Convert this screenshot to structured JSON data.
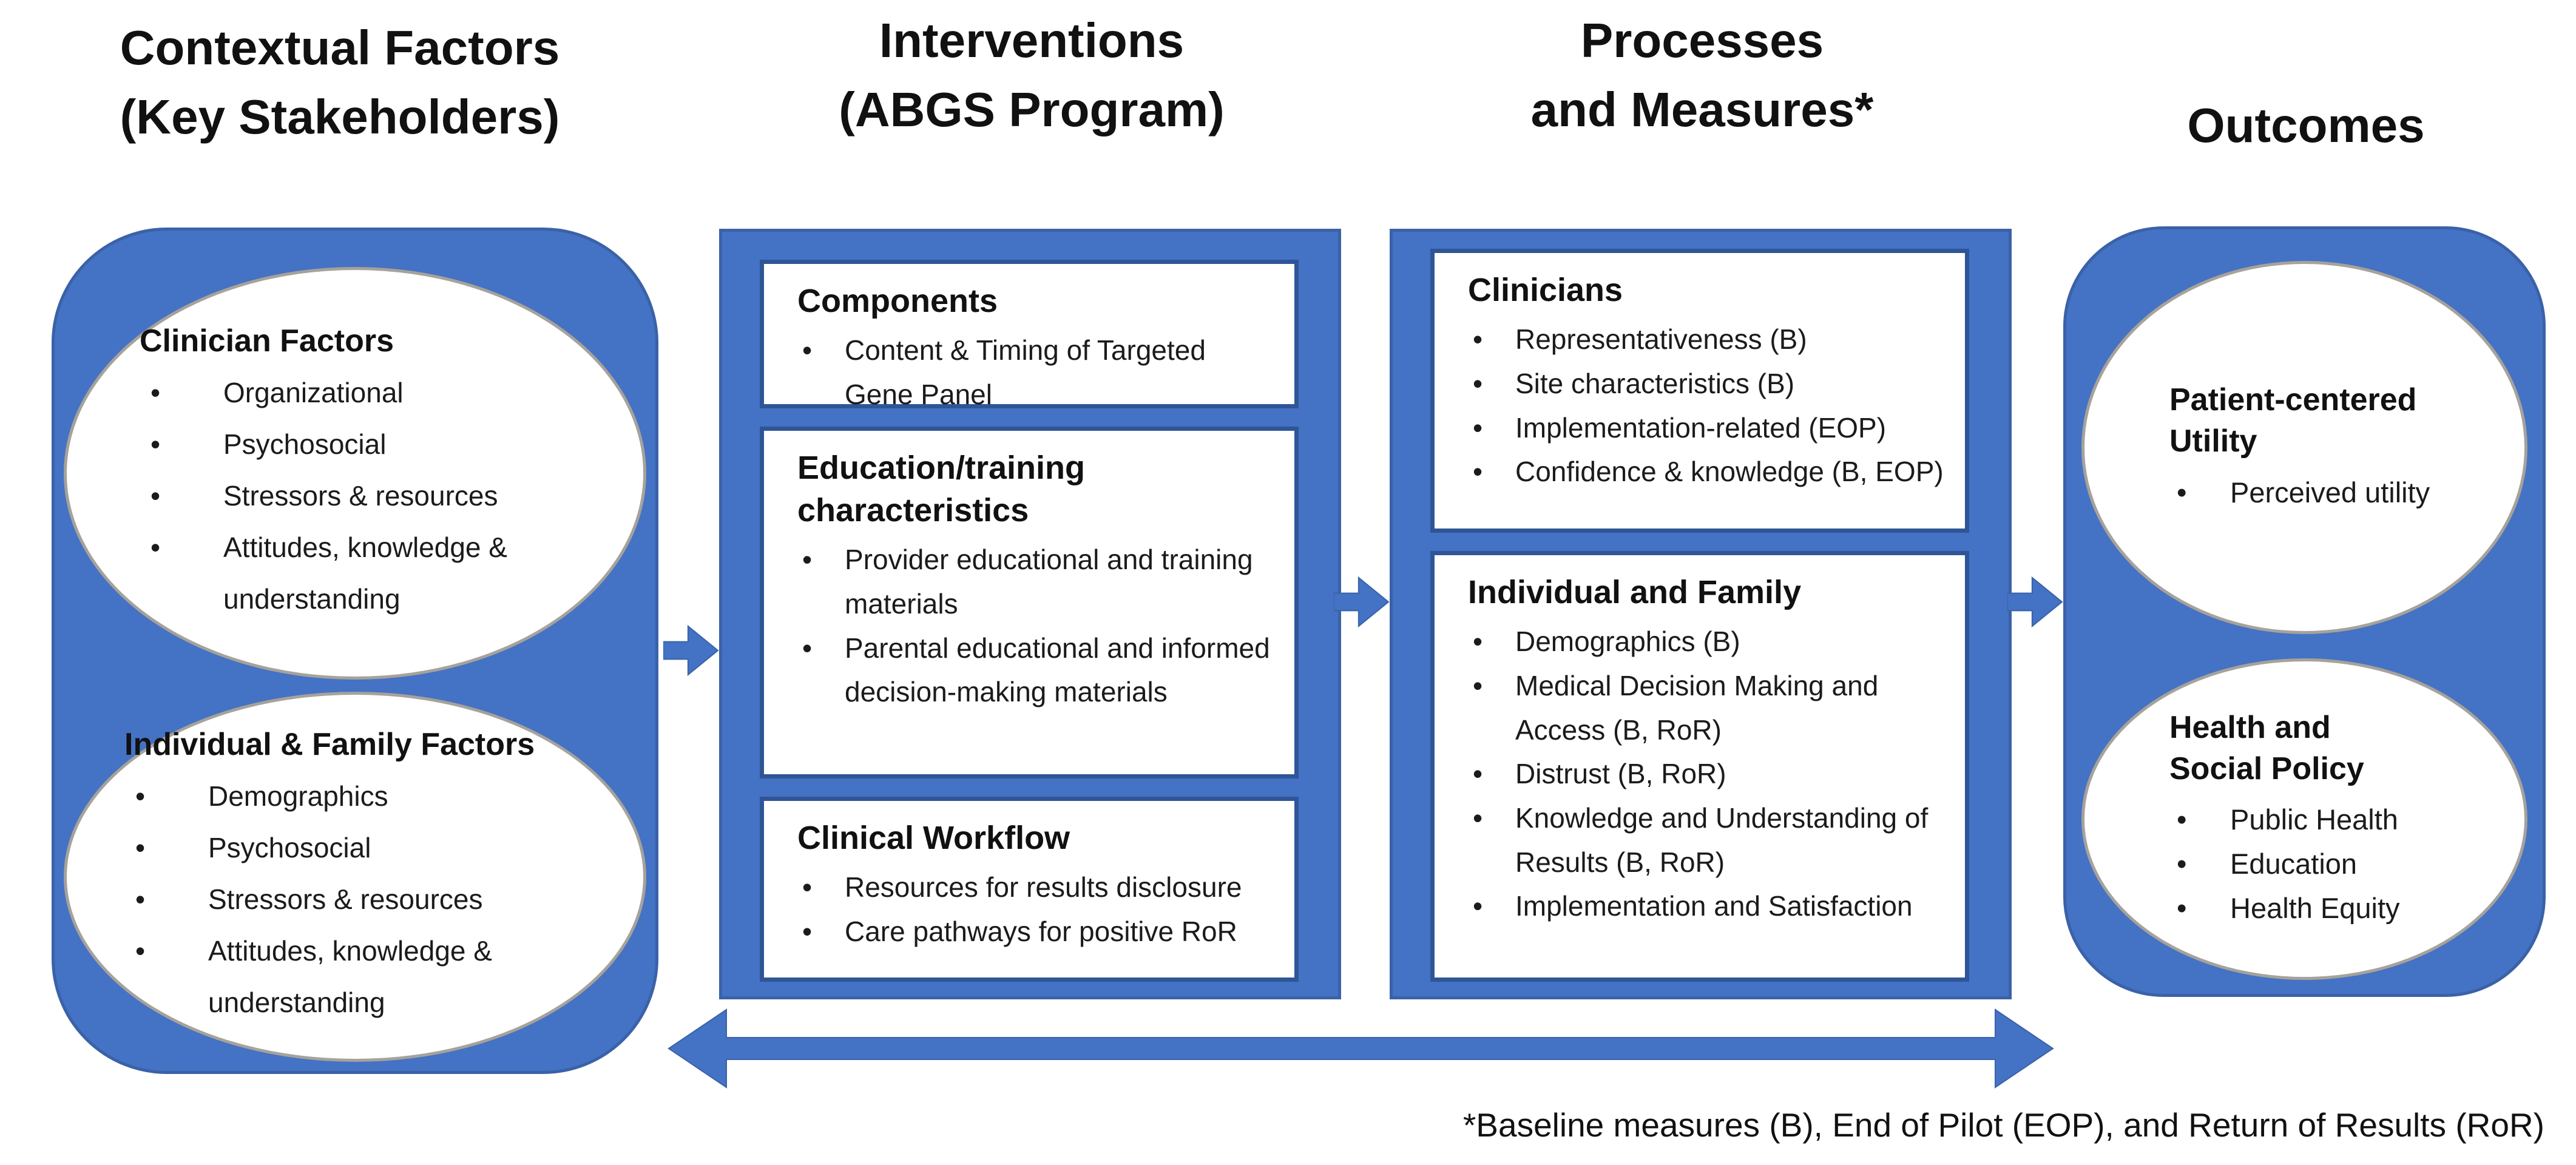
{
  "titles": {
    "contextual_line1": "Contextual Factors",
    "contextual_line2": "(Key Stakeholders)",
    "interventions_line1": "Interventions",
    "interventions_line2": "(ABGS Program)",
    "processes_line1": "Processes",
    "processes_line2": "and Measures*",
    "outcomes": "Outcomes"
  },
  "contextual_factors": {
    "clinician_factors": {
      "heading": "Clinician Factors",
      "bullets": [
        "Organizational",
        "Psychosocial",
        "Stressors & resources",
        "Attitudes, knowledge & understanding"
      ]
    },
    "individual_family_factors": {
      "heading": "Individual & Family Factors",
      "bullets": [
        "Demographics",
        "Psychosocial",
        "Stressors & resources",
        "Attitudes, knowledge & understanding"
      ]
    }
  },
  "interventions": {
    "components": {
      "heading": "Components",
      "bullets": [
        "Content & Timing of Targeted Gene Panel"
      ]
    },
    "education_training": {
      "heading": "Education/training characteristics",
      "bullets": [
        "Provider educational and training materials",
        "Parental educational and informed decision-making materials"
      ]
    },
    "clinical_workflow": {
      "heading": "Clinical Workflow",
      "bullets": [
        "Resources for results disclosure",
        "Care pathways for positive RoR"
      ]
    }
  },
  "processes_measures": {
    "clinicians": {
      "heading": "Clinicians",
      "bullets": [
        "Representativeness (B)",
        "Site characteristics (B)",
        "Implementation-related (EOP)",
        "Confidence & knowledge (B, EOP)"
      ]
    },
    "individual_and_family": {
      "heading": "Individual and Family",
      "bullets": [
        "Demographics (B)",
        "Medical Decision Making and Access (B, RoR)",
        "Distrust (B, RoR)",
        "Knowledge and Understanding of Results (B, RoR)",
        "Implementation and Satisfaction"
      ]
    }
  },
  "outcomes": {
    "patient_centered_utility": {
      "heading": "Patient-centered Utility",
      "bullets": [
        "Perceived utility"
      ]
    },
    "health_social_policy": {
      "heading": "Health and Social Policy",
      "bullets": [
        "Public Health",
        "Education",
        "Health Equity"
      ]
    }
  },
  "footnote": "*Baseline measures (B), End of Pilot (EOP), and Return of Results (RoR)",
  "colors": {
    "accent_blue": "#4472C4",
    "box_border_blue": "#2F5597",
    "ellipse_border_gray": "#A6A29B"
  }
}
